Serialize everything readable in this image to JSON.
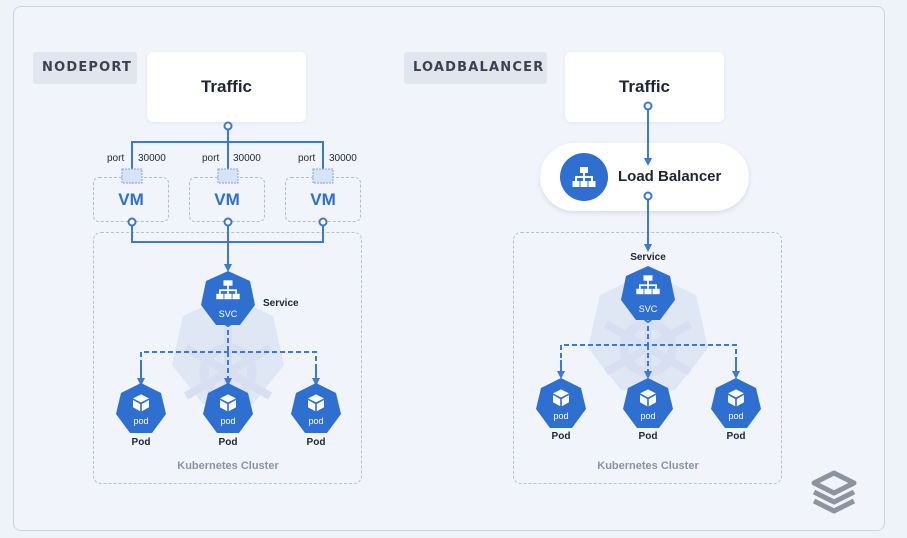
{
  "nodeport": {
    "tag": "NODEPORT",
    "traffic": "Traffic",
    "ports": [
      {
        "port_label": "port",
        "port_value": "30000"
      },
      {
        "port_label": "port",
        "port_value": "30000"
      },
      {
        "port_label": "port",
        "port_value": "30000"
      }
    ],
    "vms": [
      "VM",
      "VM",
      "VM"
    ],
    "service_label": "Service",
    "svc_text": "SVC",
    "pod_text": "pod",
    "pods": [
      "Pod",
      "Pod",
      "Pod"
    ],
    "cluster_label": "Kubernetes Cluster"
  },
  "loadbalancer": {
    "tag": "LOADBALANCER",
    "traffic": "Traffic",
    "lb_label": "Load Balancer",
    "service_label": "Service",
    "svc_text": "SVC",
    "pod_text": "pod",
    "pods": [
      "Pod",
      "Pod",
      "Pod"
    ],
    "cluster_label": "Kubernetes Cluster"
  },
  "colors": {
    "accent": "#2f6fd0",
    "connector": "#3b78d8",
    "background": "#f1f4fa",
    "watermark": "#8d949f"
  }
}
